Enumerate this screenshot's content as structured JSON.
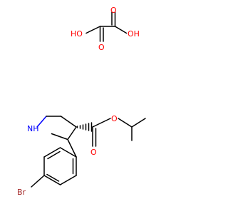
{
  "structure": {
    "atom_labels": {
      "ho_left": "HO",
      "o_top_left": "O",
      "o_bottom_left": "O",
      "oh_right": "OH",
      "nh": "NH",
      "ester_o": "O",
      "carbonyl_o": "O",
      "br": "Br"
    },
    "colors": {
      "bond": "#000000",
      "oxygen": "#ff0000",
      "nitrogen": "#0000ff",
      "bromine": "#a52a2a"
    },
    "stereo": {
      "center": "C3",
      "type": "hashed-wedge"
    }
  }
}
